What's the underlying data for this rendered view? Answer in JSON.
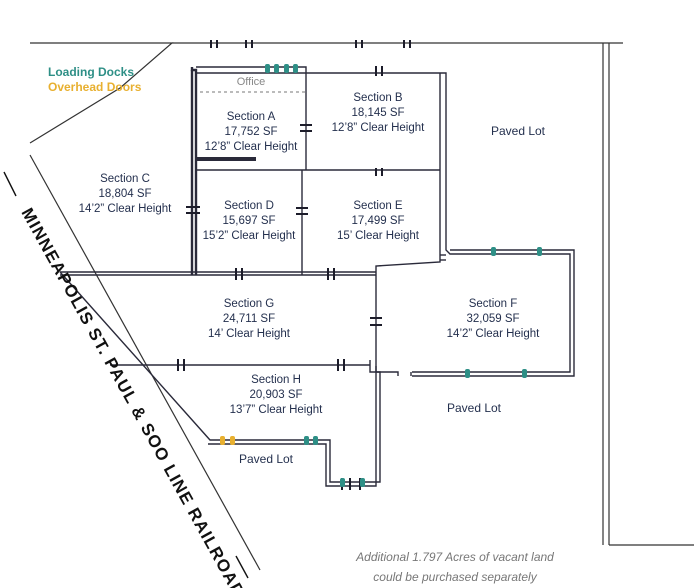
{
  "legend": {
    "loading_docks": "Loading Docks",
    "overhead_doors": "Overhead Doors",
    "loading_dock_color": "#2e8f86",
    "overhead_door_color": "#e8b030"
  },
  "office_label": "Office",
  "sections": {
    "a": {
      "name": "Section A",
      "sf": "17,752 SF",
      "clear": "12’8” Clear Height"
    },
    "b": {
      "name": "Section B",
      "sf": "18,145 SF",
      "clear": "12’8” Clear Height"
    },
    "c": {
      "name": "Section C",
      "sf": "18,804 SF",
      "clear": "14’2” Clear Height"
    },
    "d": {
      "name": "Section D",
      "sf": "15,697 SF",
      "clear": "15’2” Clear Height"
    },
    "e": {
      "name": "Section E",
      "sf": "17,499 SF",
      "clear": "15’ Clear Height"
    },
    "f": {
      "name": "Section F",
      "sf": "32,059 SF",
      "clear": "14’2” Clear Height"
    },
    "g": {
      "name": "Section G",
      "sf": "24,711 SF",
      "clear": "14’ Clear Height"
    },
    "h": {
      "name": "Section H",
      "sf": "20,903 SF",
      "clear": "13’7” Clear Height"
    }
  },
  "lots": {
    "top_right": "Paved Lot",
    "middle_right": "Paved Lot",
    "bottom_left": "Paved Lot"
  },
  "railroad": "MINNEAPOLIS ST. PAUL & SOO LINE RAILROAD",
  "note": {
    "line1": "Additional 1.797 Acres of vacant land",
    "line2": "could be purchased separately"
  }
}
